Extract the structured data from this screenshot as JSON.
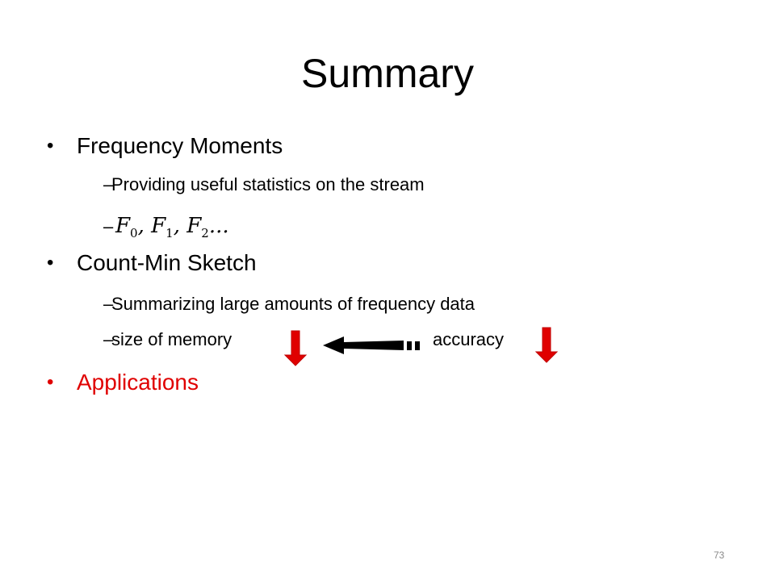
{
  "slide": {
    "title": "Summary",
    "page_number": "73",
    "bullets": [
      {
        "text": "Frequency Moments",
        "subitems": [
          "Providing useful statistics on the stream",
          ""
        ]
      },
      {
        "text": "Count-Min Sketch",
        "subitems": [
          "Summarizing large amounts of frequency data",
          "size of memory"
        ]
      },
      {
        "text": "Applications",
        "color": "#e00000"
      }
    ],
    "formula": {
      "F0": "F",
      "F0_sub": "0",
      "F1": "F",
      "F1_sub": "1",
      "F2": "F",
      "F2_sub": "2",
      "sep": ", ",
      "ellipsis": "..."
    },
    "accuracy_label": "accuracy",
    "colors": {
      "text": "#000000",
      "accent": "#e00000",
      "page_number": "#8a8a8a"
    },
    "icons": [
      "down-arrow-icon",
      "left-arrow-icon",
      "down-arrow-icon"
    ]
  }
}
